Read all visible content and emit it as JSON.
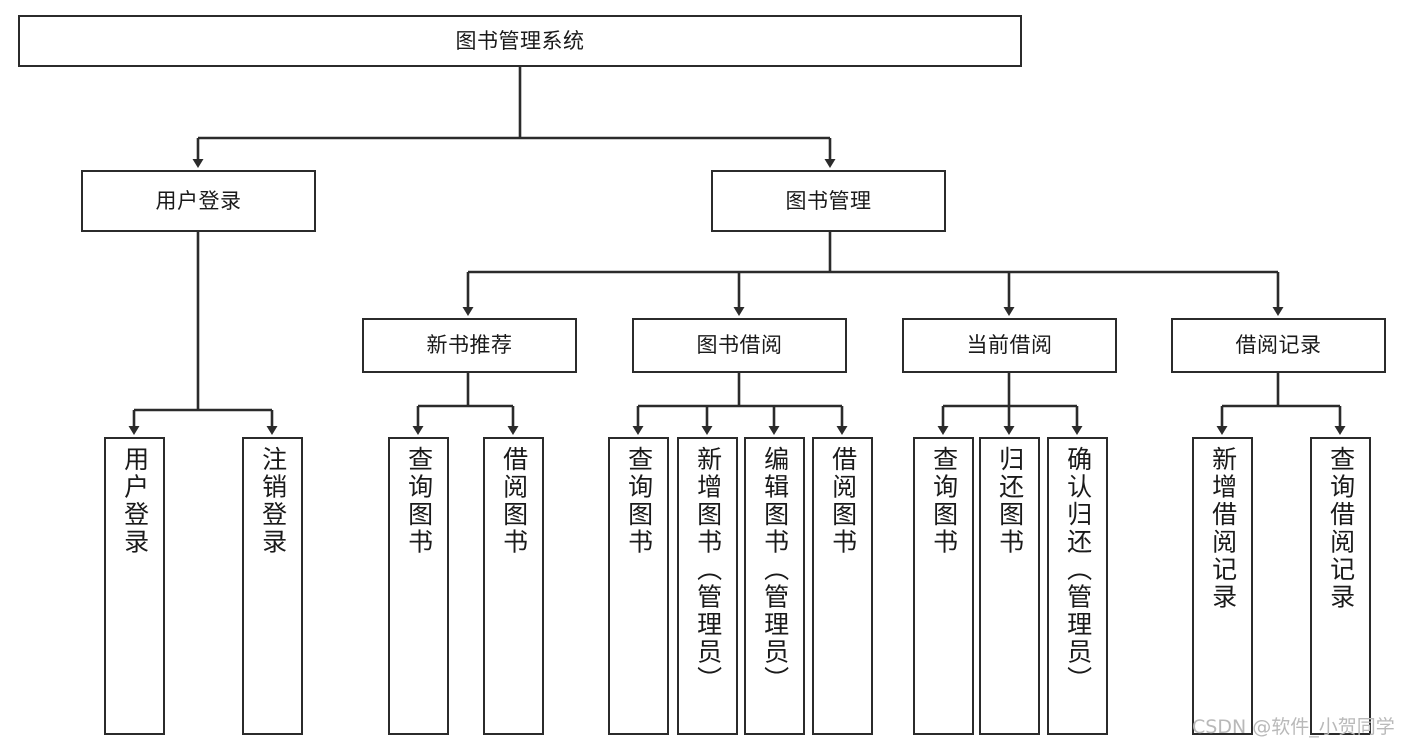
{
  "diagram": {
    "title": "图书管理系统",
    "type": "tree-hierarchy-diagram",
    "colors": {
      "node_border": "#2b2b2b",
      "node_fill": "#ffffff",
      "edge": "#2b2b2b",
      "text": "#1a1a1a",
      "background": "#ffffff",
      "watermark": "#b9b9b9"
    },
    "nodes": {
      "root": {
        "label": "图书管理系统"
      },
      "level2": [
        {
          "label": "用户登录"
        },
        {
          "label": "图书管理"
        }
      ],
      "level3": [
        {
          "label": "新书推荐"
        },
        {
          "label": "图书借阅"
        },
        {
          "label": "当前借阅"
        },
        {
          "label": "借阅记录"
        }
      ],
      "leaves": {
        "user_login": [
          {
            "label": "用户登录"
          },
          {
            "label": "注销登录"
          }
        ],
        "new_book_recommend": [
          {
            "label": "查询图书"
          },
          {
            "label": "借阅图书"
          }
        ],
        "book_borrow": [
          {
            "label": "查询图书"
          },
          {
            "label": "新增图书（管理员）"
          },
          {
            "label": "编辑图书（管理员）"
          },
          {
            "label": "借阅图书"
          }
        ],
        "current_borrow": [
          {
            "label": "查询图书"
          },
          {
            "label": "归还图书"
          },
          {
            "label": "确认归还（管理员）"
          }
        ],
        "borrow_record": [
          {
            "label": "新增借阅记录"
          },
          {
            "label": "查询借阅记录"
          }
        ]
      }
    },
    "watermark": "CSDN @软件_小贺同学"
  }
}
